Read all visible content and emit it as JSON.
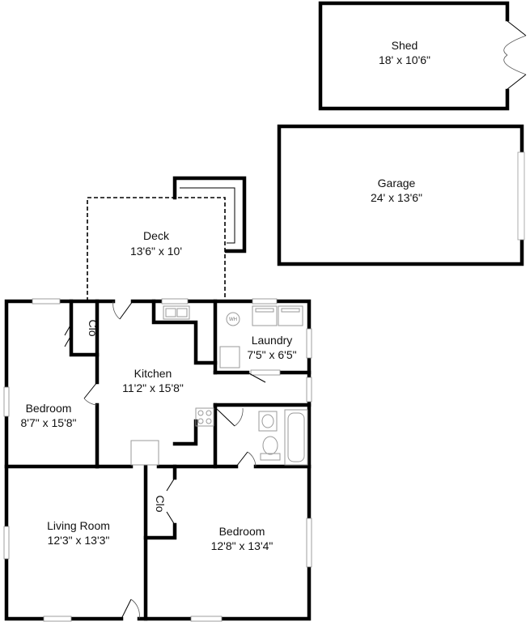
{
  "rooms": {
    "shed": {
      "name": "Shed",
      "dims": "18' x 10'6\""
    },
    "garage": {
      "name": "Garage",
      "dims": "24' x 13'6\""
    },
    "deck": {
      "name": "Deck",
      "dims": "13'6\" x 10'"
    },
    "laundry": {
      "name": "Laundry",
      "dims": "7'5\" x 6'5\""
    },
    "kitchen": {
      "name": "Kitchen",
      "dims": "11'2\" x 15'8\""
    },
    "bedroom1": {
      "name": "Bedroom",
      "dims": "8'7\" x 15'8\""
    },
    "living": {
      "name": "Living Room",
      "dims": "12'3\" x 13'3\""
    },
    "bedroom2": {
      "name": "Bedroom",
      "dims": "12'8\" x 13'4\""
    }
  },
  "closets": {
    "clo1": "Clo",
    "clo2": "Clo"
  },
  "fixtures": {
    "water_heater": "WH"
  }
}
